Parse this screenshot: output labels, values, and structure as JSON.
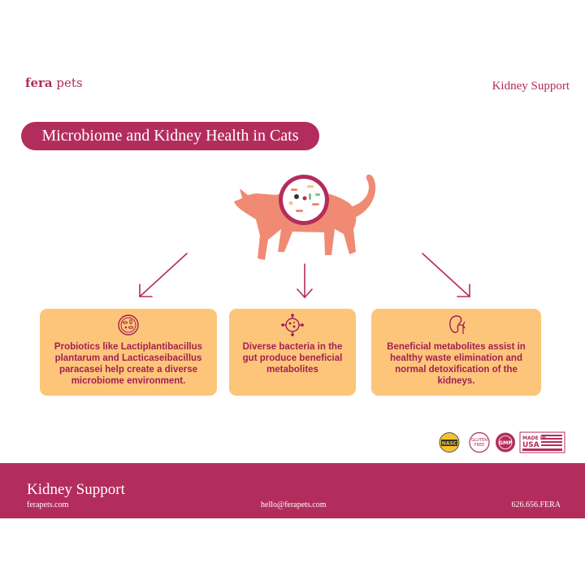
{
  "header": {
    "brand_bold": "fera",
    "brand_rest": "pets",
    "right_label": "Kidney Support"
  },
  "title": "Microbiome and Kidney Health in Cats",
  "cards": [
    {
      "icon": "bacteria-dish-icon",
      "text": "Probiotics like Lactiplantibacillus plantarum and Lacticaseibacillus paracasei help create a diverse microbiome environment."
    },
    {
      "icon": "bacteria-cluster-icon",
      "text": "Diverse bacteria in the gut produce beneficial metabolites"
    },
    {
      "icon": "kidney-icon",
      "text": "Beneficial metabolites assist in healthy waste elimination and normal detoxification of the kidneys."
    }
  ],
  "badges": [
    "NASC",
    "GLUTEN FREE",
    "GMP",
    "MADE IN USA"
  ],
  "footer": {
    "title": "Kidney Support",
    "website": "ferapets.com",
    "email": "hello@ferapets.com",
    "phone": "626.656.FERA"
  },
  "colors": {
    "brand": "#b32d5c",
    "card": "#fdc579",
    "card_text": "#a02154",
    "cat": "#f08a73"
  }
}
